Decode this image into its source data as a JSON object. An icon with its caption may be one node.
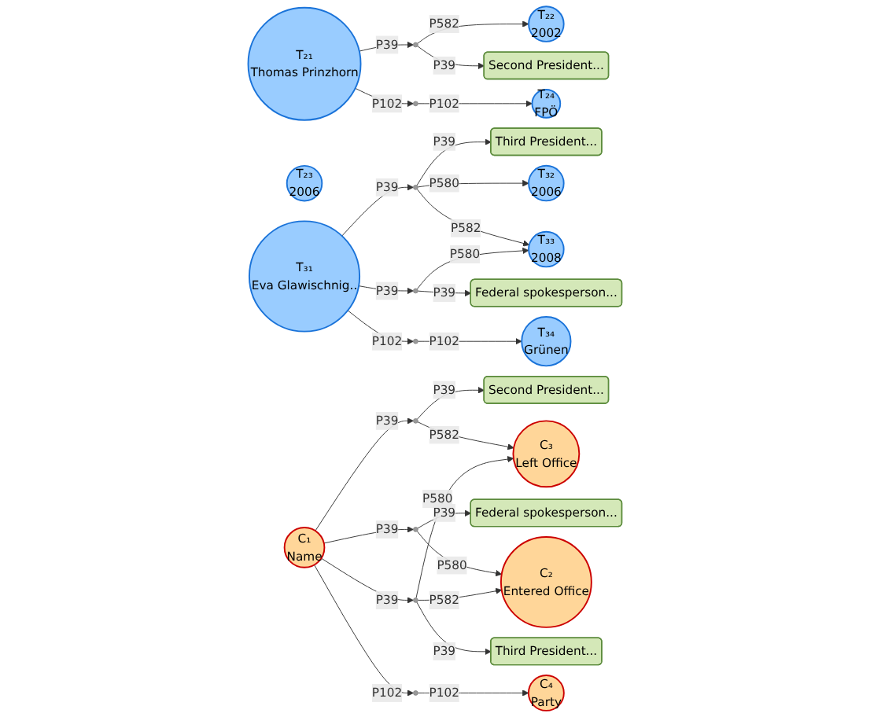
{
  "diagram": {
    "nodes": [
      {
        "text": [
          "T₂₂",
          "2002"
        ]
      },
      {
        "text": [],
        "shape": "circle"
      },
      {
        "text": [
          "T₂₁",
          "Thomas Prinzhorn"
        ]
      },
      {
        "text": [],
        "shape": "circle"
      },
      {
        "text": [
          "T₂₃",
          "2006"
        ]
      },
      {
        "text": [
          "T₂₄",
          "FPÖ"
        ]
      },
      {
        "text": [
          "Second President..."
        ]
      },
      {
        "text": [
          "Third President..."
        ]
      },
      {
        "text": [
          "Federal spokesperson..."
        ]
      },
      {
        "text": [],
        "shape": "circle"
      },
      {
        "text": [],
        "shape": "circle"
      },
      {
        "text": [
          "T₃₂",
          "2006"
        ]
      },
      {
        "text": [
          "T₃₁",
          "Eva Glawischnig.."
        ]
      },
      {
        "text": [
          "T₃₃",
          "2008"
        ]
      },
      {
        "text": [
          "T₃₄",
          "Grünen"
        ]
      },
      {
        "text": [],
        "shape": "circle"
      },
      {
        "text": [
          "Second President..."
        ]
      },
      {
        "text": [
          "Federal spokesperson..."
        ]
      },
      {
        "text": [],
        "shape": "circle"
      },
      {
        "text": [],
        "shape": "circle"
      },
      {
        "text": [
          "C₃",
          "Left Office"
        ]
      },
      {
        "text": [
          "C₁",
          "Name"
        ]
      },
      {
        "text": [
          "C₂",
          "Entered Office"
        ]
      },
      {
        "text": [
          "C₄",
          "Party"
        ]
      },
      {
        "text": [],
        "shape": "circle"
      },
      {
        "text": [
          "Third President..."
        ]
      },
      {
        "text": [],
        "shape": "circle"
      }
    ],
    "edges": [
      {
        "from": 2,
        "to": 1,
        "arrow": "to",
        "label": "P39"
      },
      {
        "from": 1,
        "to": 0,
        "arrow": "to",
        "label": "P582"
      },
      {
        "from": 1,
        "to": 6,
        "arrow": "to",
        "label": "P39"
      },
      {
        "from": 2,
        "to": 3,
        "arrow": "to",
        "label": "P102"
      },
      {
        "from": 3,
        "to": 5,
        "arrow": "to",
        "label": "P102"
      },
      {
        "from": 12,
        "to": 9,
        "arrow": "to",
        "label": "P39"
      },
      {
        "from": 9,
        "to": 7,
        "arrow": "to",
        "label": "P39"
      },
      {
        "from": 9,
        "to": 11,
        "arrow": "to",
        "label": "P580"
      },
      {
        "from": 9,
        "to": 13,
        "arrow": "to",
        "label": "P582"
      },
      {
        "from": 12,
        "to": 10,
        "arrow": "to",
        "label": "P39"
      },
      {
        "from": 10,
        "to": 8,
        "arrow": "to",
        "label": "P39"
      },
      {
        "from": 10,
        "to": 13,
        "arrow": "to",
        "label": "P580"
      },
      {
        "from": 12,
        "to": 15,
        "arrow": "to",
        "label": "P102"
      },
      {
        "from": 15,
        "to": 14,
        "arrow": "to",
        "label": "P102"
      },
      {
        "from": 21,
        "to": 18,
        "arrow": "to",
        "label": "P39"
      },
      {
        "from": 21,
        "to": 19,
        "arrow": "to",
        "label": "P39"
      },
      {
        "from": 18,
        "to": 16,
        "arrow": "to",
        "label": "P39"
      },
      {
        "from": 18,
        "to": 20,
        "arrow": "to",
        "label": "P582"
      },
      {
        "from": 19,
        "to": 17,
        "arrow": "to",
        "label": "P39"
      },
      {
        "from": 19,
        "to": 22,
        "arrow": "to",
        "label": "P580"
      },
      {
        "from": 21,
        "to": 24,
        "arrow": "to",
        "label": "P39"
      },
      {
        "from": 24,
        "to": 20,
        "arrow": "to",
        "label": "P580"
      },
      {
        "from": 24,
        "to": 25,
        "arrow": "to",
        "label": "P39"
      },
      {
        "from": 24,
        "to": 22,
        "arrow": "to",
        "label": "P582"
      },
      {
        "from": 21,
        "to": 26,
        "arrow": "to",
        "label": "P102"
      },
      {
        "from": 26,
        "to": 23,
        "arrow": "to",
        "label": "P102"
      }
    ]
  }
}
